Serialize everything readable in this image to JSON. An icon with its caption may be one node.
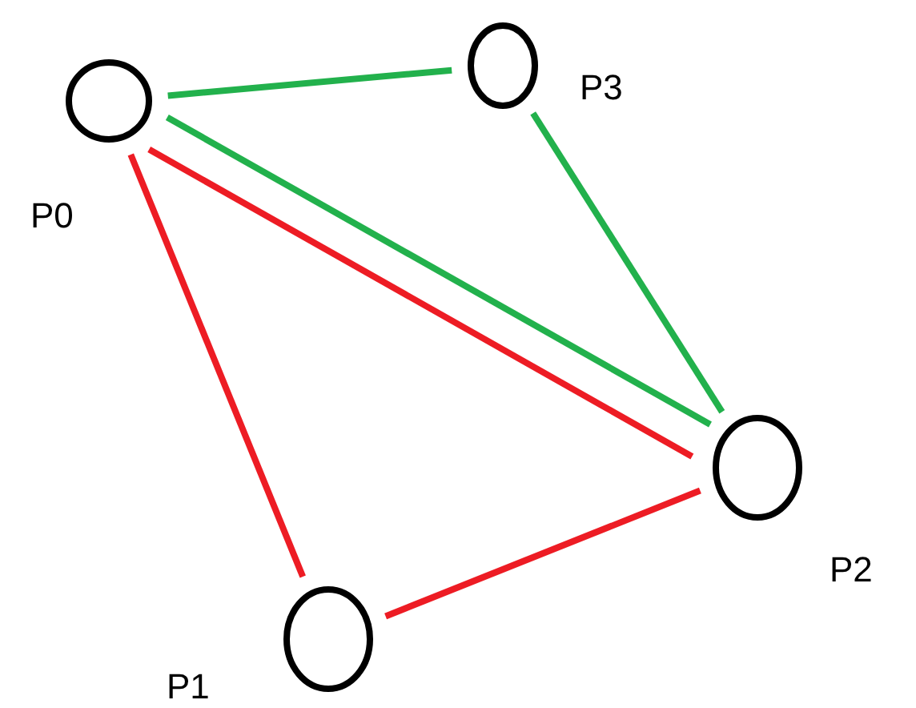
{
  "diagram": {
    "nodes": [
      {
        "text": [],
        "shape": "circle",
        "beside": [
          "P0"
        ]
      },
      {
        "text": [],
        "shape": "circle",
        "beside": [
          "P3"
        ]
      },
      {
        "text": [],
        "shape": "circle",
        "beside": [
          "P2"
        ]
      },
      {
        "text": [],
        "shape": "circle",
        "beside": [
          "P1"
        ]
      }
    ],
    "edges": [
      {
        "from": 0,
        "to": 1,
        "arrow": "none",
        "color": "#22b14c"
      },
      {
        "from": 0,
        "to": 2,
        "arrow": "none",
        "color": "#22b14c"
      },
      {
        "from": 1,
        "to": 2,
        "arrow": "none",
        "color": "#22b14c"
      },
      {
        "from": 0,
        "to": 2,
        "arrow": "none",
        "color": "#ed1c24"
      },
      {
        "from": 0,
        "to": 3,
        "arrow": "none",
        "color": "#ed1c24"
      },
      {
        "from": 3,
        "to": 2,
        "arrow": "none",
        "color": "#ed1c24"
      }
    ]
  }
}
